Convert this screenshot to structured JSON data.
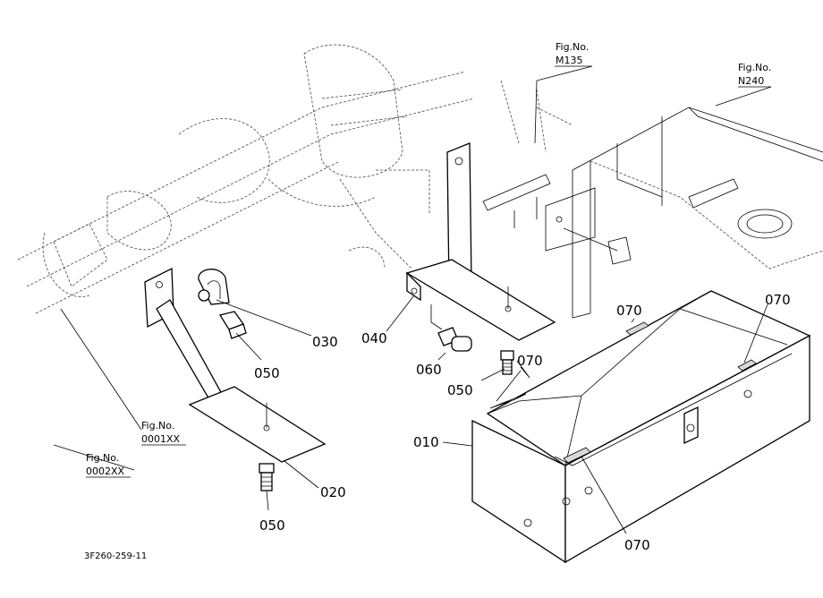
{
  "parts": [
    {
      "id": "p010",
      "label": "010"
    },
    {
      "id": "p020",
      "label": "020"
    },
    {
      "id": "p030",
      "label": "030"
    },
    {
      "id": "p040",
      "label": "040"
    },
    {
      "id": "p050a",
      "label": "050"
    },
    {
      "id": "p050b",
      "label": "050"
    },
    {
      "id": "p050c",
      "label": "050"
    },
    {
      "id": "p060",
      "label": "060"
    },
    {
      "id": "p070a",
      "label": "070"
    },
    {
      "id": "p070b",
      "label": "070"
    },
    {
      "id": "p070c",
      "label": "070"
    },
    {
      "id": "p070d",
      "label": "070"
    }
  ],
  "figure_refs": [
    {
      "id": "m135",
      "caption": "Fig.No.",
      "number": "M135"
    },
    {
      "id": "n240",
      "caption": "Fig.No.",
      "number": "N240"
    },
    {
      "id": "f0001",
      "caption": "Fig.No.",
      "number": "0001XX"
    },
    {
      "id": "f0002",
      "caption": "Fig.No.",
      "number": "0002XX"
    }
  ],
  "drawing_code": "3F260-259-11"
}
